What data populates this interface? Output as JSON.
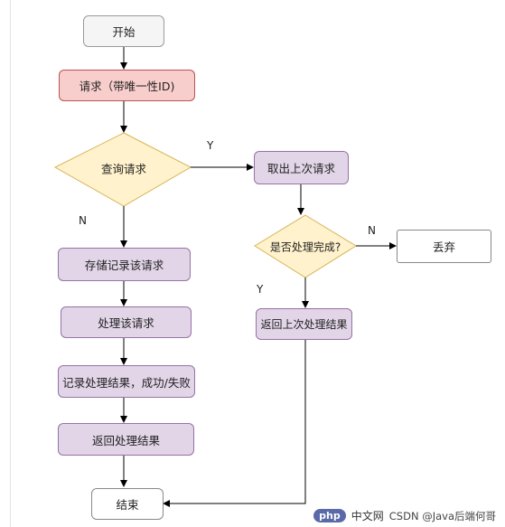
{
  "nodes": {
    "start": "开始",
    "request": "请求（带唯一性ID)",
    "query": "查询请求",
    "store": "存储记录该请求",
    "process": "处理该请求",
    "record": "记录处理结果，成功/失败",
    "return_result": "返回处理结果",
    "end": "结束",
    "fetch_last": "取出上次请求",
    "check_done": "是否处理完成?",
    "discard": "丢弃",
    "return_last": "返回上次处理结果"
  },
  "edges": {
    "query_yes": "Y",
    "query_no": "N",
    "check_no": "N",
    "check_yes": "Y"
  },
  "watermark": {
    "badge": "php",
    "site": "中文网",
    "credit": "CSDN @Java后端何哥"
  },
  "colors": {
    "request_fill": "#f8cecc",
    "decision_fill": "#fff2cc",
    "process_fill": "#e1d5e7",
    "terminal_fill": "#f5f5f5"
  }
}
